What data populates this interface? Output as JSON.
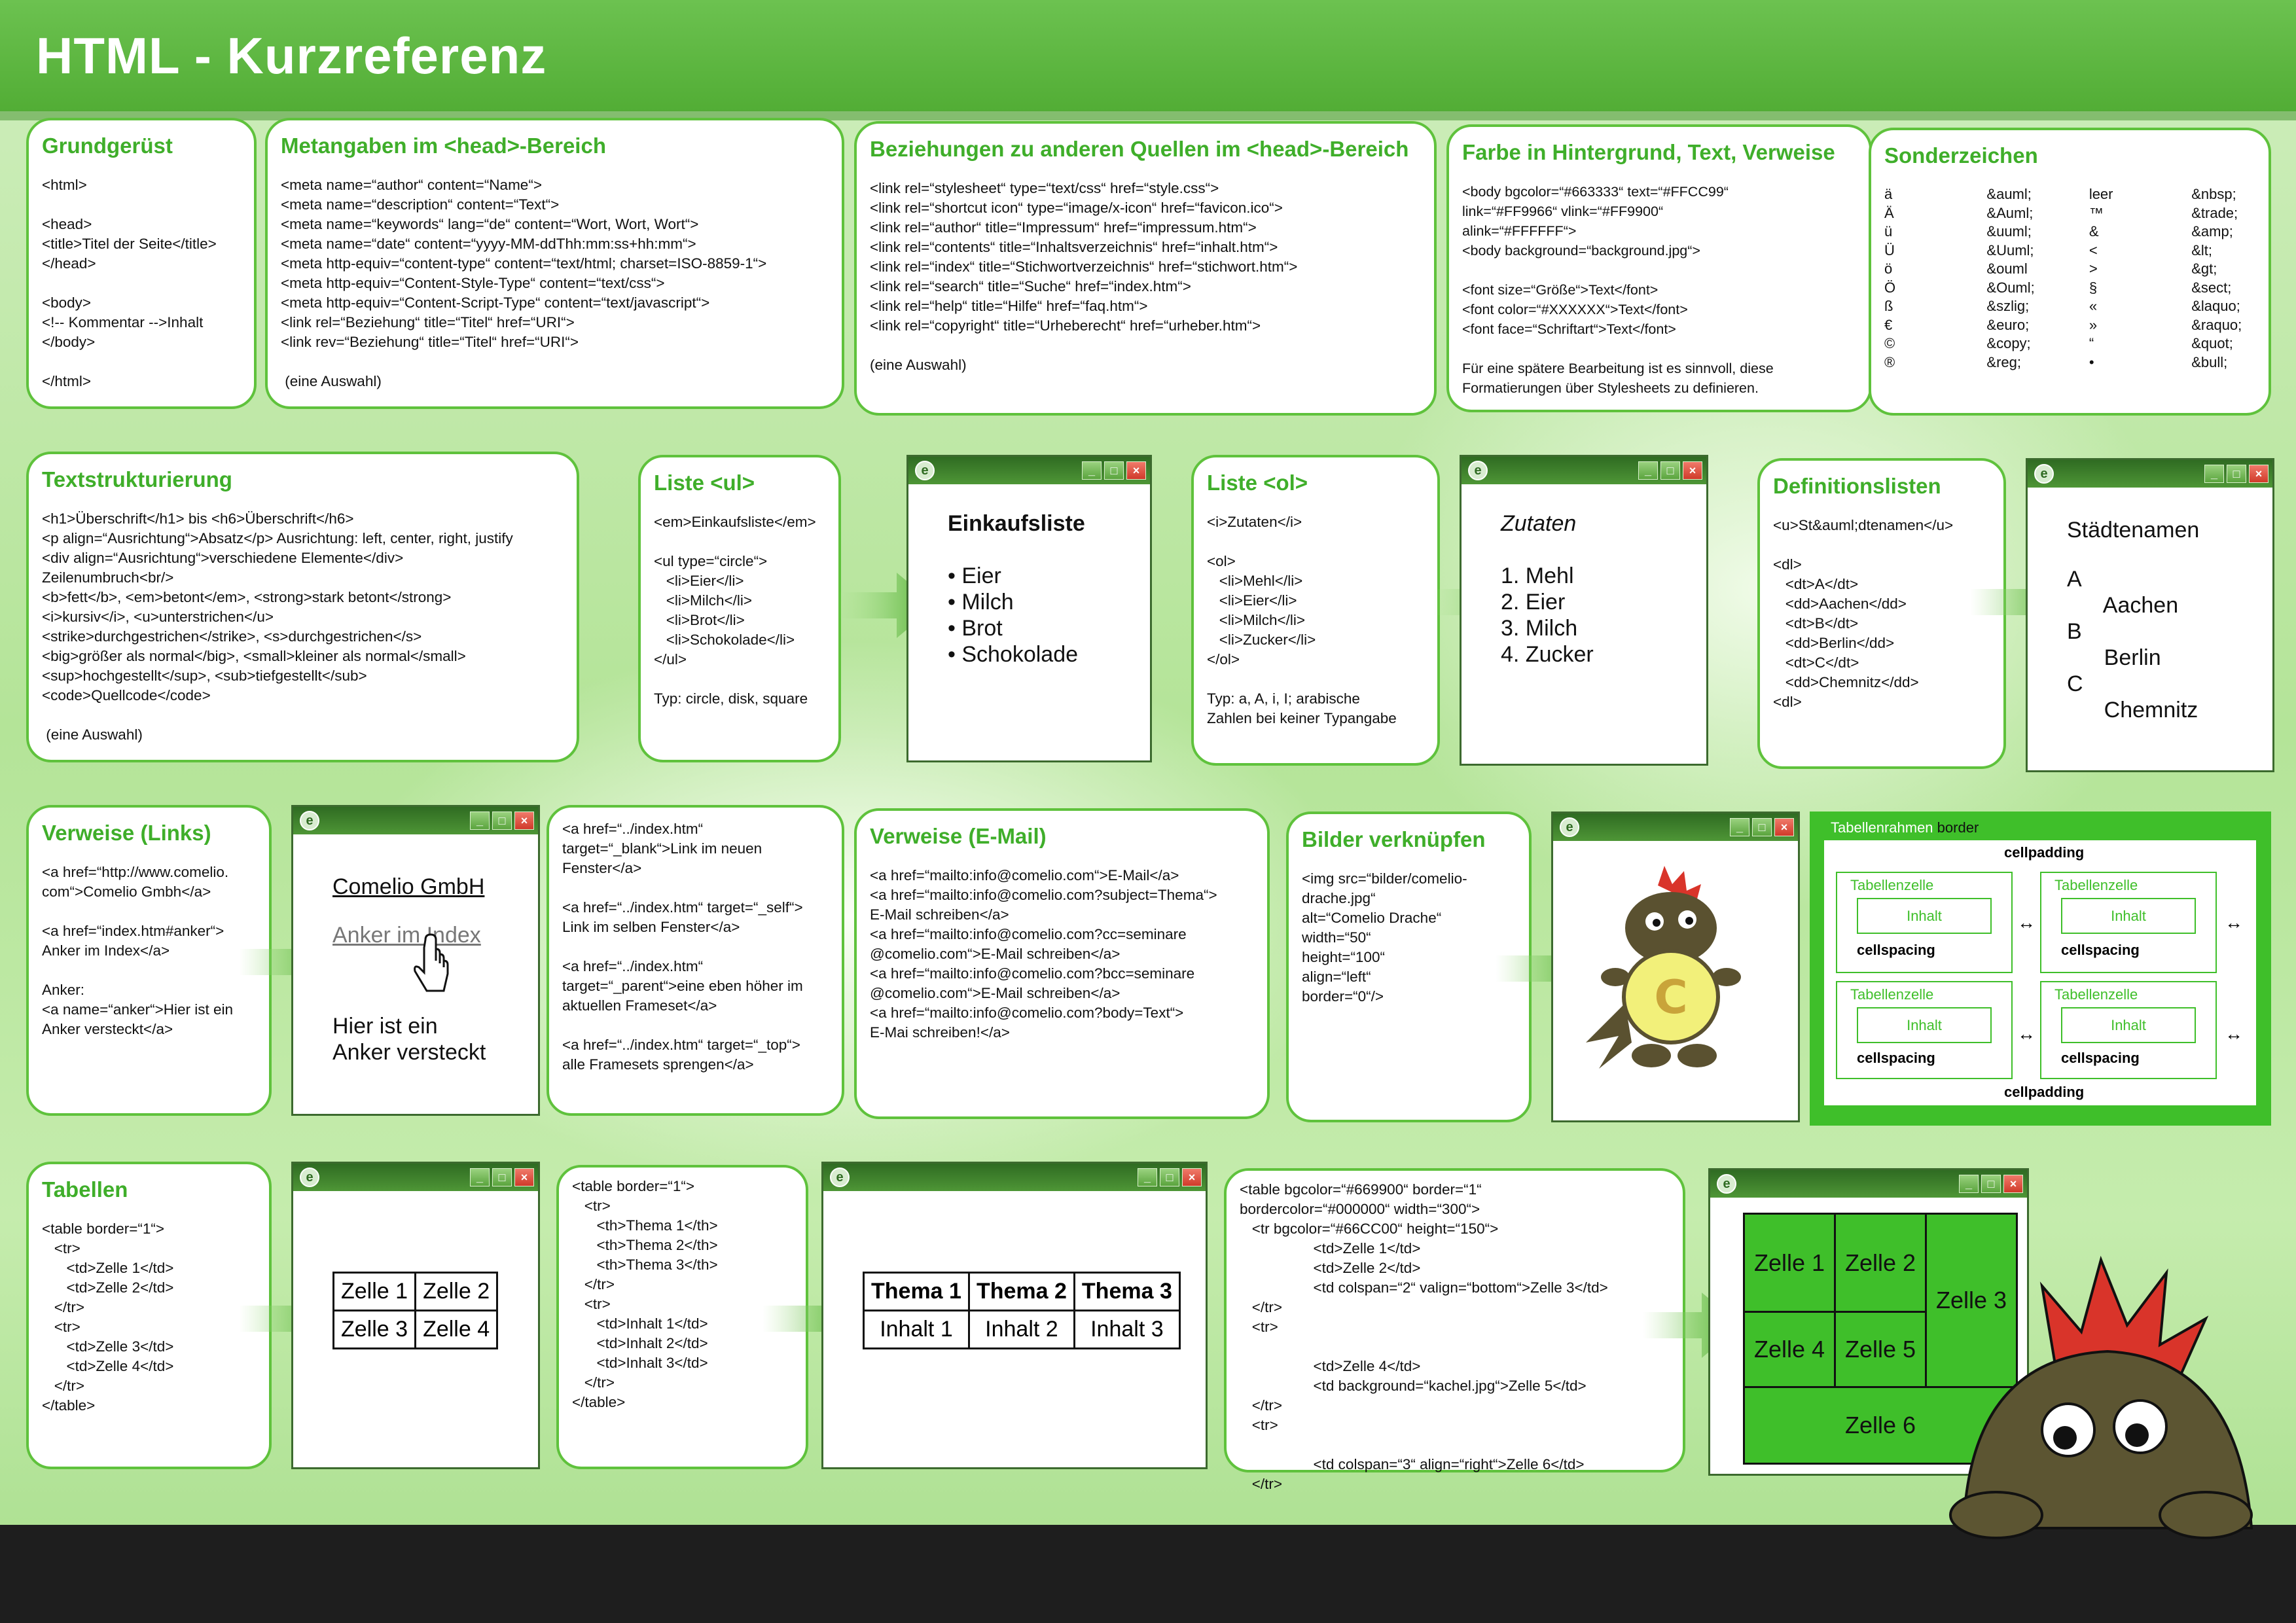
{
  "header": {
    "title": "HTML - Kurzreferenz"
  },
  "grundgeruest": {
    "title": "Grundgerüst",
    "code": "<html>\n\n<head>\n<title>Titel der Seite</title>\n</head>\n\n<body>\n<!-- Kommentar -->Inhalt\n</body>\n\n</html>"
  },
  "metangaben": {
    "title": "Metangaben im <head>-Bereich",
    "code": "<meta name=“author“ content=“Name“>\n<meta name=“description“ content=“Text“>\n<meta name=“keywords“ lang=“de“ content=“Wort, Wort, Wort“>\n<meta name=“date“ content=“yyyy-MM-ddThh:mm:ss+hh:mm“>\n<meta http-equiv=“content-type“ content=“text/html; charset=ISO-8859-1“>\n<meta http-equiv=“Content-Style-Type“ content=“text/css“>\n<meta http-equiv=“Content-Script-Type“ content=“text/javascript“>\n<link rel=“Beziehung“ title=“Titel“ href=“URI“>\n<link rev=“Beziehung“ title=“Titel“ href=“URI“>\n\n (eine Auswahl)"
  },
  "beziehungen": {
    "title": "Beziehungen zu anderen Quellen im <head>-Bereich",
    "code": "<link rel=“stylesheet“ type=“text/css“ href=“style.css“>\n<link rel=“shortcut icon“ type=“image/x-icon“ href=“favicon.ico“>\n<link rel=“author“ title=“Impressum“ href=“impressum.htm“>\n<link rel=“contents“ title=“Inhaltsverzeichnis“ href=“inhalt.htm“>\n<link rel=“index“ title=“Stichwortverzeichnis“ href=“stichwort.htm“>\n<link rel=“search“ title=“Suche“ href=“index.htm“>\n<link rel=“help“ title=“Hilfe“ href=“faq.htm“>\n<link rel=“copyright“ title=“Urheberecht“ href=“urheber.htm“>\n\n(eine Auswahl)"
  },
  "farbe": {
    "title": "Farbe in Hintergrund, Text, Verweise",
    "code": "<body bgcolor=“#663333“ text=“#FFCC99“\nlink=“#FF9966“ vlink=“#FF9900“\nalink=“#FFFFFF“>\n<body background=“background.jpg“>\n\n<font size=“Größe“>Text</font>\n<font color=“#XXXXXX“>Text</font>\n<font face=“Schriftart“>Text</font>\n\nFür eine spätere Bearbeitung ist es sinnvoll, diese\nFormatierungen über Stylesheets zu definieren."
  },
  "sonderzeichen": {
    "title": "Sonderzeichen",
    "col1": "ä\nÄ\nü\nÜ\nö\nÖ\nß\n€\n©\n®",
    "col2": "&auml;\n&Auml;\n&uuml;\n&Uuml;\n&ouml\n&Ouml;\n&szlig;\n&euro;\n&copy;\n&reg;",
    "col3": "leer\n™\n&\n<\n>\n§\n«\n»\n“\n•",
    "col4": "&nbsp;\n&trade;\n&amp;\n&lt;\n&gt;\n&sect;\n&laquo;\n&raquo;\n&quot;\n&bull;"
  },
  "text": {
    "title": "Textstrukturierung",
    "code": "<h1>Überschrift</h1> bis <h6>Überschrift</h6>\n<p align=“Ausrichtung“>Absatz</p> Ausrichtung: left, center, right, justify\n<div align=“Ausrichtung“>verschiedene Elemente</div>\nZeilenumbruch<br/>\n<b>fett</b>, <em>betont</em>, <strong>stark betont</strong>\n<i>kursiv</i>, <u>unterstrichen</u>\n<strike>durchgestrichen</strike>, <s>durchgestrichen</s>\n<big>größer als normal</big>, <small>kleiner als normal</small>\n<sup>hochgestellt</sup>, <sub>tiefgestellt</sub>\n<code>Quellcode</code>\n\n (eine Auswahl)"
  },
  "ul": {
    "title": "Liste <ul>",
    "code": "<em>Einkaufsliste</em>\n\n<ul type=“circle“>\n   <li>Eier</li>\n   <li>Milch</li>\n   <li>Brot</li>\n   <li>Schokolade</li>\n</ul>\n\nTyp: circle, disk, square",
    "preview_title": "Einkaufsliste",
    "preview_items": "• Eier\n• Milch\n• Brot\n• Schokolade"
  },
  "ol": {
    "title": "Liste <ol>",
    "code": "<i>Zutaten</i>\n\n<ol>\n   <li>Mehl</li>\n   <li>Eier</li>\n   <li>Milch</li>\n   <li>Zucker</li>\n</ol>\n\nTyp: a, A, i, I; arabische\nZahlen bei keiner Typangabe",
    "preview_title": "Zutaten",
    "preview_items": "1. Mehl\n2. Eier\n3. Milch\n4. Zucker"
  },
  "dl": {
    "title": "Definitionslisten",
    "code": "<u>St&auml;dtenamen</u>\n\n<dl>\n   <dt>A</dt>\n   <dd>Aachen</dd>\n   <dt>B</dt>\n   <dd>Berlin</dd>\n   <dt>C</dt>\n   <dd>Chemnitz</dd>\n<dl>",
    "preview_title": "Städtenamen",
    "preview_items": "A\n      Aachen\nB\n      Berlin\nC\n      Chemnitz"
  },
  "links": {
    "title": "Verweise (Links)",
    "code": "<a href=“http://www.comelio.\ncom“>Comelio Gmbh</a>\n\n<a href=“index.htm#anker“>\nAnker im Index</a>\n\nAnker:\n<a name=“anker“>Hier ist ein\nAnker versteckt</a>",
    "preview_link1": "Comelio GmbH",
    "preview_link2": "Anker im Index",
    "preview_text": "Hier ist ein\nAnker versteckt",
    "targets": "<a href=“../index.htm“\ntarget=“_blank“>Link im neuen\nFenster</a>\n\n<a href=“../index.htm“ target=“_self“>\nLink im selben Fenster</a>\n\n<a href=“../index.htm“\ntarget=“_parent“>eine eben höher im\naktuellen Frameset</a>\n\n<a href=“../index.htm“ target=“_top“>\nalle Framesets sprengen</a>"
  },
  "email": {
    "title": "Verweise (E-Mail)",
    "code": "<a href=“mailto:info@comelio.com“>E-Mail</a>\n<a href=“mailto:info@comelio.com?subject=Thema“>\nE-Mail schreiben</a>\n<a href=“mailto:info@comelio.com?cc=seminare\n@comelio.com“>E-Mail schreiben</a>\n<a href=“mailto:info@comelio.com?bcc=seminare\n@comelio.com“>E-Mail schreiben</a>\n<a href=“mailto:info@comelio.com?body=Text“>\nE-Mai schreiben!</a>"
  },
  "bilder": {
    "title": "Bilder verknüpfen",
    "code": "<img src=“bilder/comelio-\ndrache.jpg“\nalt=“Comelio Drache“\nwidth=“50“\nheight=“100“\nalign=“left“\nborder=“0“/>"
  },
  "tabdiag": {
    "title_a": "Tabellenrahmen ",
    "title_b": "border",
    "cellpadding": "cellpadding",
    "cellspacing": "cellspacing",
    "zelle": "Tabellenzelle",
    "inhalt": "Inhalt"
  },
  "tabellen": {
    "title": "Tabellen",
    "code": "<table border=“1“>\n   <tr>\n      <td>Zelle 1</td>\n      <td>Zelle 2</td>\n   </tr>\n   <tr>\n      <td>Zelle 3</td>\n      <td>Zelle 4</td>\n   </tr>\n</table>",
    "cells": [
      "Zelle 1",
      "Zelle 2",
      "Zelle 3",
      "Zelle 4"
    ]
  },
  "tab2": {
    "code": "<table border=“1“>\n   <tr>\n      <th>Thema 1</th>\n      <th>Thema 2</th>\n      <th>Thema 3</th>\n   </tr>\n   <tr>\n      <td>Inhalt 1</td>\n      <td>Inhalt 2</td>\n      <td>Inhalt 3</td>\n   </tr>\n</table>",
    "heads": [
      "Thema 1",
      "Thema 2",
      "Thema 3"
    ],
    "cells": [
      "Inhalt 1",
      "Inhalt 2",
      "Inhalt 3"
    ]
  },
  "tab3": {
    "code": "<table bgcolor=“#669900“ border=“1“\nbordercolor=“#000000“ width=“300“>\n   <tr bgcolor=“#66CC00“ height=“150“>\n                  <td>Zelle 1</td>\n                  <td>Zelle 2</td>\n                  <td colspan=“2“ valign=“bottom“>Zelle 3</td>\n   </tr>\n   <tr>\n\n                  <td>Zelle 4</td>\n                  <td background=“kachel.jpg“>Zelle 5</td>\n   </tr>\n   <tr>\n\n                  <td colspan=“3“ align=“right“>Zelle 6</td>\n   </tr>",
    "cells": [
      "Zelle 1",
      "Zelle 2",
      "Zelle 3",
      "Zelle 4",
      "Zelle 5",
      "Zelle 6"
    ]
  },
  "colors": {
    "green": "#5fc23c",
    "dark": "#2f6b22",
    "table_green": "#3fbf2a"
  }
}
